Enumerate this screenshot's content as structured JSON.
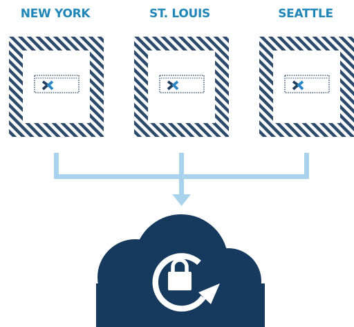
{
  "colors": {
    "label": "#1f86b8",
    "hatch": "#2c4a6b",
    "connector": "#a9d2ec",
    "cloud": "#163a5e",
    "icon": "#ffffff",
    "device": "#1f3e5e"
  },
  "locations": [
    {
      "name": "NEW YORK",
      "device_icon": "x-logo-icon"
    },
    {
      "name": "ST. LOUIS",
      "device_icon": "x-logo-icon"
    },
    {
      "name": "SEATTLE",
      "device_icon": "x-logo-icon"
    }
  ],
  "cloud": {
    "icon": "lock-sync-icon"
  }
}
